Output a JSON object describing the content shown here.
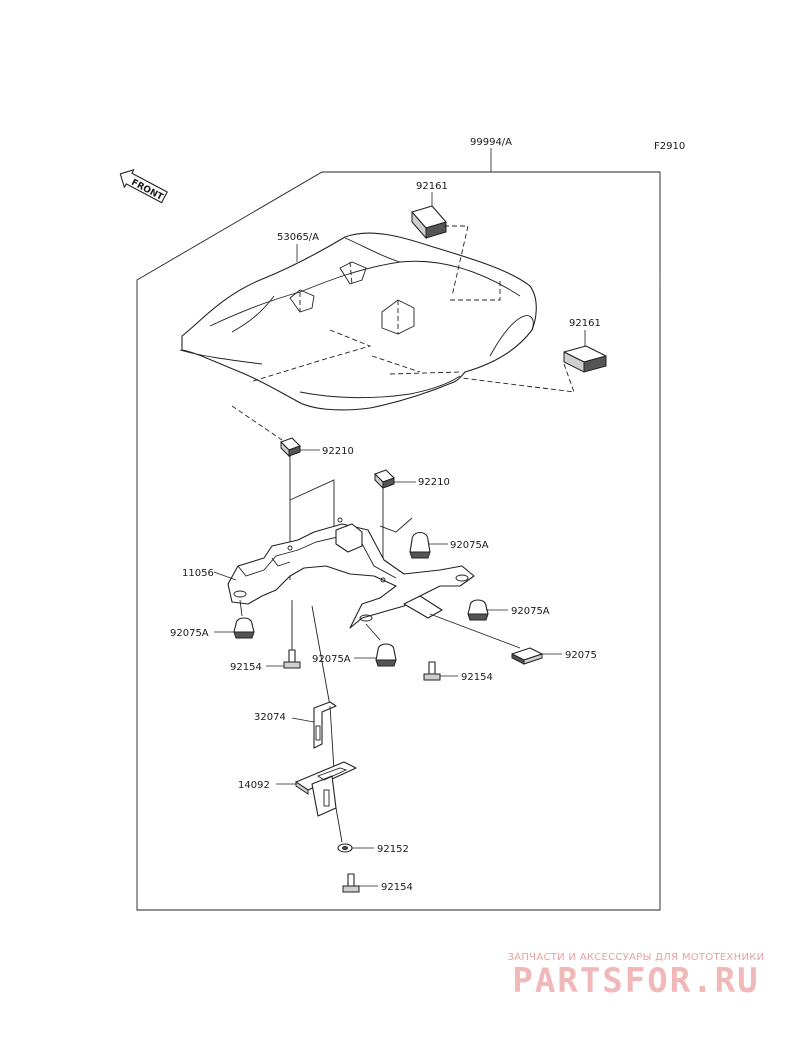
{
  "figure_code": "F2910",
  "front_label": "FRONT",
  "parts": {
    "kit": "99994/A",
    "cover": "53065/A",
    "pad_upper": "92161",
    "pad_right": "92161",
    "nut_left": "92210",
    "nut_right": "92210",
    "damper_upper_right": "92075A",
    "bracket": "11056",
    "damper_right": "92075A",
    "damper_left": "92075A",
    "damper_center": "92075A",
    "pad_flat": "92075",
    "bolt_left": "92154",
    "bolt_center": "92154",
    "stay": "32074",
    "holder": "14092",
    "washer": "92152",
    "bolt_bottom": "92154"
  },
  "watermark": {
    "line1": "ЗАПЧАСТИ И АКСЕССУАРЫ ДЛЯ МОТОТЕХНИКИ",
    "logo": "PARTSFOR.RU"
  }
}
